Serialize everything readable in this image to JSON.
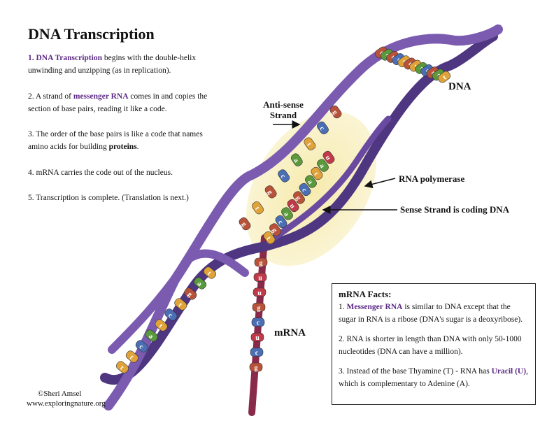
{
  "title": "DNA Transcription",
  "steps": [
    {
      "num": "1.",
      "highlight": "DNA Transcription",
      "text": " begins with the double-helix unwinding and unzipping (as in replication)."
    },
    {
      "pre": "2. A strand of ",
      "highlight": "messenger RNA",
      "text": " comes in and copies the section of base pairs, reading it like a code."
    },
    {
      "pre": "3. The order of the base pairs is like a code that names amino acids for building ",
      "bold": "proteins",
      "post": "."
    },
    {
      "text": "4. mRNA carries the code out of the nucleus."
    },
    {
      "text": "5. Transcription is complete.  (Translation is next.)"
    }
  ],
  "labels": {
    "antisense_line1": "Anti-sense",
    "antisense_line2": "Strand",
    "dna": "DNA",
    "rna_polymerase": "RNA polymerase",
    "sense": "Sense Strand is coding DNA",
    "mrna": "mRNA"
  },
  "facts": {
    "heading": "mRNA Facts:",
    "f1_pre": "1. ",
    "f1_highlight": "Messenger RNA",
    "f1_text": " is similar to DNA except that the sugar in RNA is a ribose (DNA's sugar is a deoxyribose).",
    "f2": "2. RNA is shorter in length than DNA with only 50-1000 nucleotides (DNA can have a million).",
    "f3_pre": "3. Instead of the base Thyamine (T) - RNA has ",
    "f3_highlight": "Uracil (U)",
    "f3_post": ", which is complementary to Adenine (A)."
  },
  "bases": {
    "top": [
      "g",
      "a",
      "g",
      "c",
      "t",
      "g",
      "t",
      "a",
      "c",
      "g",
      "a",
      "t"
    ],
    "bubble": [
      "u",
      "a",
      "t",
      "a",
      "c",
      "g",
      "u",
      "a",
      "c",
      "g",
      "t"
    ],
    "bottom": [
      "t",
      "a",
      "g",
      "t",
      "c",
      "t",
      "a",
      "c",
      "t",
      "t"
    ],
    "mrna_strand": [
      "g",
      "u",
      "u",
      "g",
      "c",
      "u",
      "c",
      "g"
    ]
  },
  "base_colors": {
    "a": "#5a9a3c",
    "t": "#e0a33a",
    "g": "#b8533a",
    "c": "#4a6fb5",
    "u": "#c03a4a"
  },
  "credit": {
    "line1": "©Sheri Amsel",
    "line2": "www.exploringnature.org"
  },
  "colors": {
    "backbone": "#7b5bb0",
    "backbone_dark": "#4e3680",
    "highlight_text": "#5b2a86",
    "polymerase_glow": "#f6e9a8",
    "mrna": "#8a2a4a"
  }
}
